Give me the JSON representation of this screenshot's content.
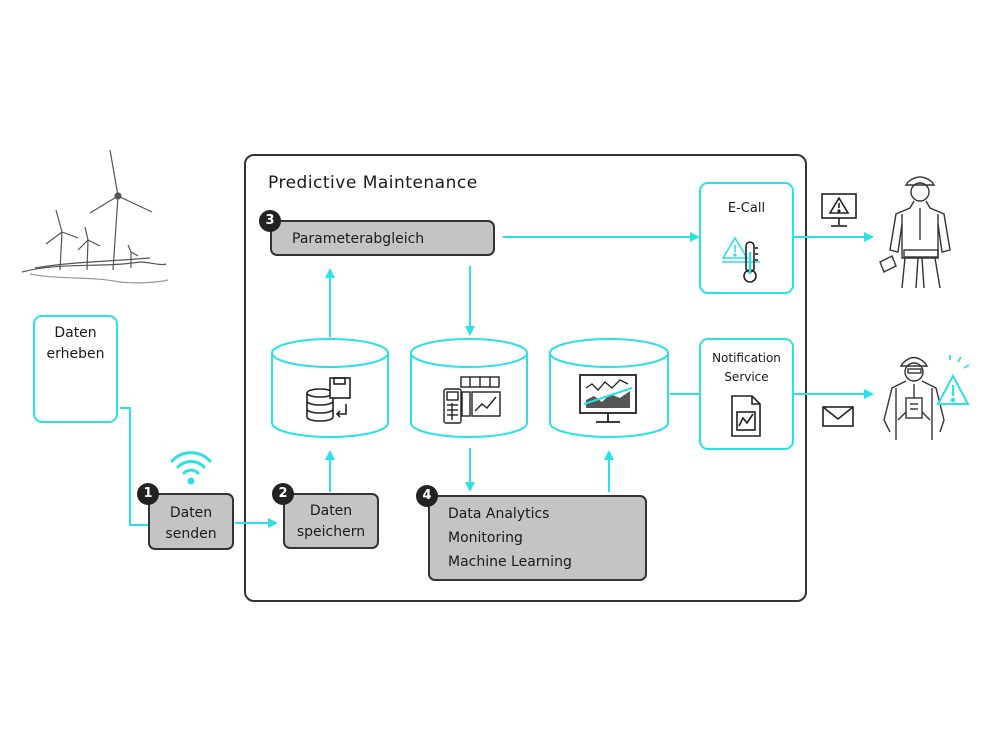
{
  "diagram": {
    "title": "Predictive Maintenance",
    "steps": {
      "collect": {
        "line1": "Daten",
        "line2": "erheben"
      },
      "send": {
        "number": "1",
        "line1": "Daten",
        "line2": "senden"
      },
      "store": {
        "number": "2",
        "line1": "Daten",
        "line2": "speichern"
      },
      "compare": {
        "number": "3",
        "label": "Parameterabgleich"
      },
      "analytics": {
        "number": "4",
        "lines": [
          "Data Analytics",
          "Monitoring",
          "Machine Learning"
        ]
      }
    },
    "services": {
      "ecall": {
        "label": "E-Call"
      },
      "notification": {
        "line1": "Notification",
        "line2": "Service"
      }
    },
    "icons": [
      "wind-turbines",
      "gears-icon",
      "wifi-icon",
      "database-icon",
      "control-panel-icon",
      "chart-monitor-icon",
      "thermometer-warning-icon",
      "report-icon",
      "warning-monitor-icon",
      "envelope-icon",
      "technician-figure",
      "inspector-figure",
      "warning-icon"
    ],
    "colors": {
      "accent": "#2de0e6",
      "box_fill": "#c4c4c4",
      "outline": "#333333"
    }
  }
}
